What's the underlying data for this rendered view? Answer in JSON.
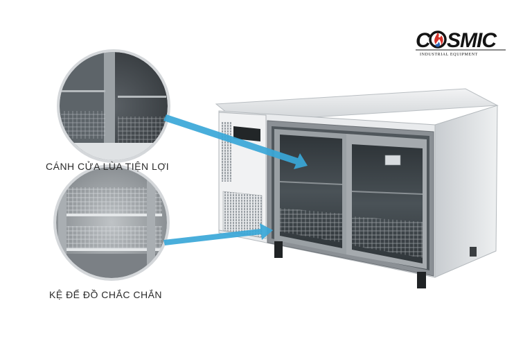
{
  "brand": {
    "logo_text": "COSMIC",
    "tagline": "INDUSTRIAL EQUIPMENT"
  },
  "callouts": [
    {
      "label": "CÁNH CỬA LÙA TIỆN LỢI"
    },
    {
      "label": "KỆ ĐỂ ĐỒ CHẮC CHẮN"
    }
  ],
  "colors": {
    "arrow": "#3aa7d8",
    "steel": "#d9dcdf",
    "frame": "#7c8186",
    "glass": "#3b4247"
  }
}
